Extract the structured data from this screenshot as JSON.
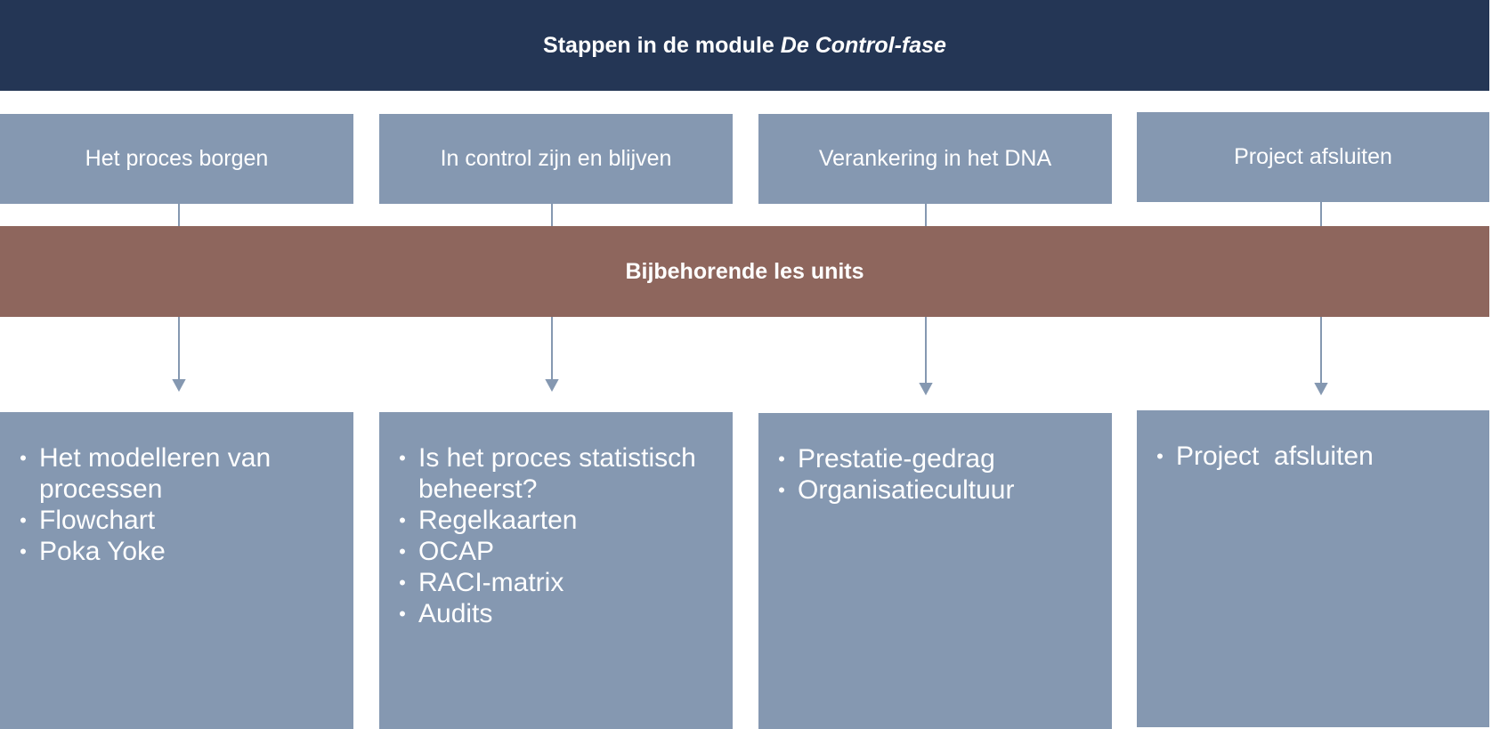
{
  "header": {
    "title_plain": "Stappen in de module",
    "title_italic": "De Control-fase"
  },
  "steps": [
    {
      "label": "Het proces borgen"
    },
    {
      "label": "In control zijn en blijven"
    },
    {
      "label": "Verankering in het DNA"
    },
    {
      "label": "Project afsluiten"
    }
  ],
  "band": {
    "label": "Bijbehorende les units"
  },
  "units": [
    {
      "items": [
        "Het modelleren van processen",
        "Flowchart",
        "Poka Yoke"
      ]
    },
    {
      "items": [
        "Is het proces statistisch beheerst?",
        "Regelkaarten",
        "OCAP",
        "RACI-matrix",
        "Audits"
      ]
    },
    {
      "items": [
        "Prestatie-gedrag",
        "Organisatiecultuur"
      ]
    },
    {
      "items": [
        "Project  afsluiten"
      ]
    }
  ],
  "colors": {
    "header_bg": "#243655",
    "box_bg": "#8598b1",
    "band_bg": "#8e665d",
    "connector": "#8598b1",
    "text": "#ffffff"
  },
  "bullet_glyph": "•"
}
